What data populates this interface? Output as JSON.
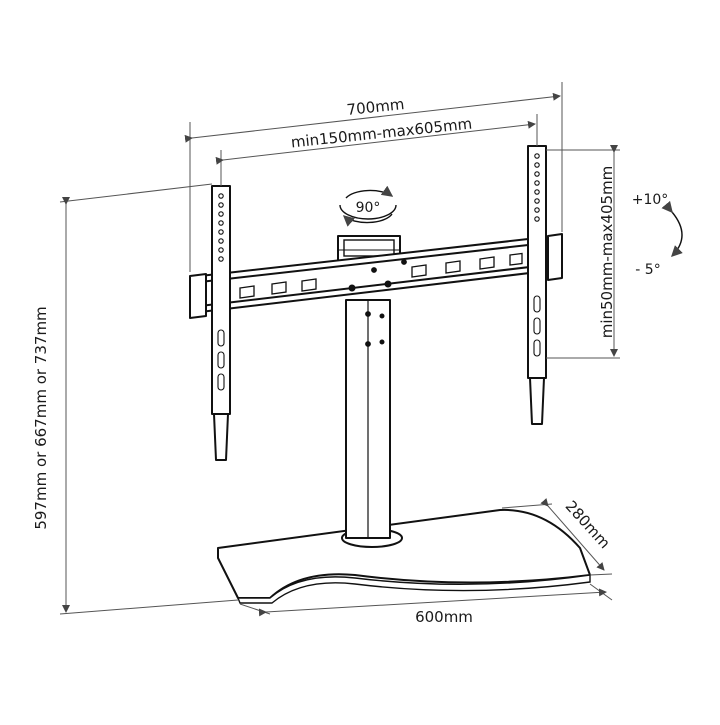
{
  "dimensions": {
    "total_width": "700mm",
    "vesa_horizontal": "min150mm-max605mm",
    "vesa_vertical": "min50mm-max405mm",
    "height_options": "597mm or 667mm or 737mm",
    "base_width": "600mm",
    "base_depth": "280mm"
  },
  "rotation": {
    "swivel": "90°",
    "tilt_up": "+10°",
    "tilt_down": "- 5°"
  },
  "colors": {
    "line": "#111111",
    "dimension_line": "#555555",
    "background": "#ffffff"
  }
}
